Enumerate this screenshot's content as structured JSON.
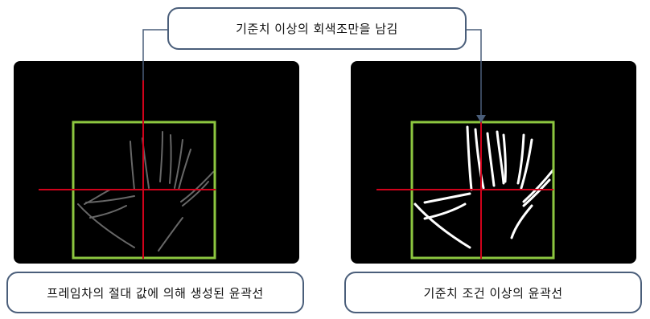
{
  "top_callout": {
    "text": "기준치 이상의 회색조만을 남김"
  },
  "left_panel": {
    "caption": "프레임차의 절대 값에 의해 생성된 윤곽선"
  },
  "right_panel": {
    "caption": "기준치 조건 이상의 윤곽선"
  },
  "colors": {
    "roi_box": "#8cc63f",
    "crosshair": "#d0021b",
    "callout_border": "#4a5e7a",
    "panel_bg": "#000000"
  }
}
